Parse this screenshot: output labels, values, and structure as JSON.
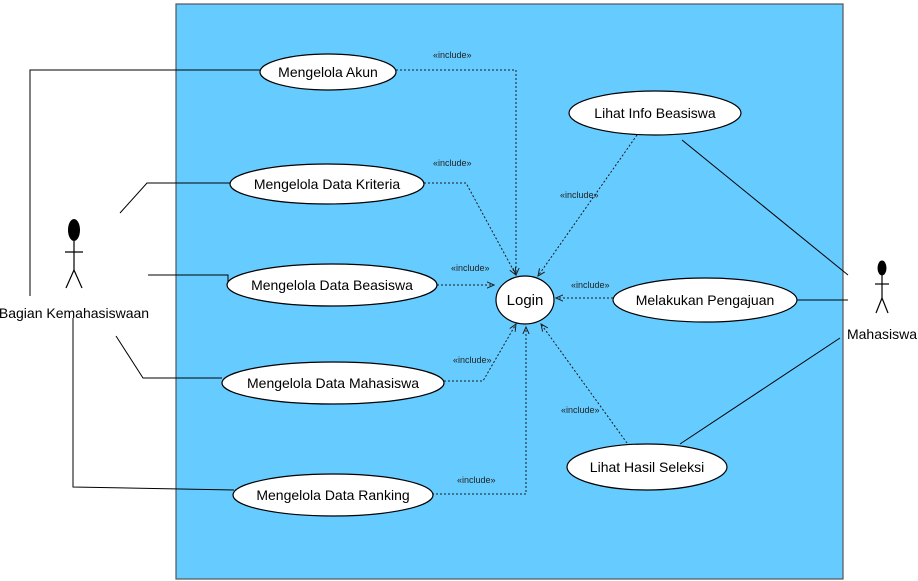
{
  "colors": {
    "boundary_fill": "#66ccff",
    "boundary_stroke": "#555555"
  },
  "actors": {
    "left": {
      "name": "Bagian Kemahasiswaan",
      "icon": "stick-figure-icon"
    },
    "right": {
      "name": "Mahasiswa",
      "icon": "stick-figure-icon"
    }
  },
  "use_cases": {
    "login": "Login",
    "mengelola_akun": "Mengelola Akun",
    "mengelola_kriteria": "Mengelola Data Kriteria",
    "mengelola_beasiswa": "Mengelola Data Beasiswa",
    "mengelola_mahasiswa": "Mengelola Data Mahasiswa",
    "mengelola_ranking": "Mengelola Data Ranking",
    "lihat_info": "Lihat Info Beasiswa",
    "pengajuan": "Melakukan Pengajuan",
    "lihat_hasil": "Lihat Hasil Seleksi"
  },
  "stereotype": "«include»"
}
